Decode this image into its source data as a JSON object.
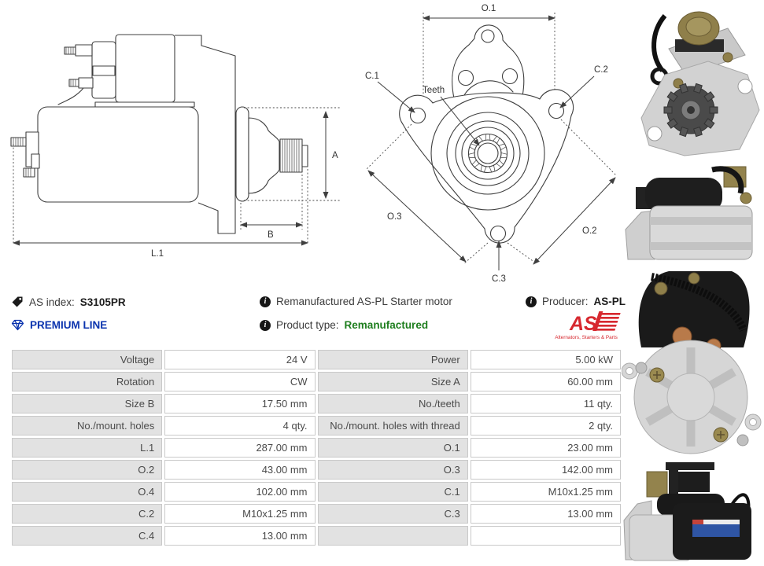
{
  "header": {
    "as_index_label": "AS index:",
    "as_index_value": "S3105PR",
    "premium_line": "PREMIUM LINE",
    "description": "Remanufactured AS-PL Starter motor",
    "product_type_label": "Product type:",
    "product_type_value": "Remanufactured",
    "producer_label": "Producer:",
    "producer_value": "AS-PL",
    "logo_text": "AS",
    "logo_subtext": "Alternators, Starters & Parts"
  },
  "icons": {
    "info_glyph": "i"
  },
  "drawings": {
    "side_view": {
      "dim_a": "A",
      "dim_b": "B",
      "dim_l1": "L.1"
    },
    "front_view": {
      "dim_o1": "O.1",
      "hole_c1": "C.1",
      "hole_c2": "C.2",
      "teeth": "Teeth",
      "dim_o3": "O.3",
      "dim_o2": "O.2",
      "hole_c3": "C.3"
    }
  },
  "spec_table": {
    "rows": [
      {
        "c": [
          "Voltage",
          "24 V",
          "Power",
          "5.00 kW"
        ]
      },
      {
        "c": [
          "Rotation",
          "CW",
          "Size A",
          "60.00 mm"
        ]
      },
      {
        "c": [
          "Size B",
          "17.50 mm",
          "No./teeth",
          "11 qty."
        ]
      },
      {
        "c": [
          "No./mount. holes",
          "4 qty.",
          "No./mount. holes with thread",
          "2 qty."
        ]
      },
      {
        "c": [
          "L.1",
          "287.00 mm",
          "O.1",
          "23.00 mm"
        ]
      },
      {
        "c": [
          "O.2",
          "43.00 mm",
          "O.3",
          "142.00 mm"
        ]
      },
      {
        "c": [
          "O.4",
          "102.00 mm",
          "C.1",
          "M10x1.25 mm"
        ]
      },
      {
        "c": [
          "C.2",
          "M10x1.25 mm",
          "C.3",
          "13.00 mm"
        ]
      },
      {
        "c": [
          "C.4",
          "13.00 mm",
          "",
          ""
        ]
      }
    ]
  }
}
